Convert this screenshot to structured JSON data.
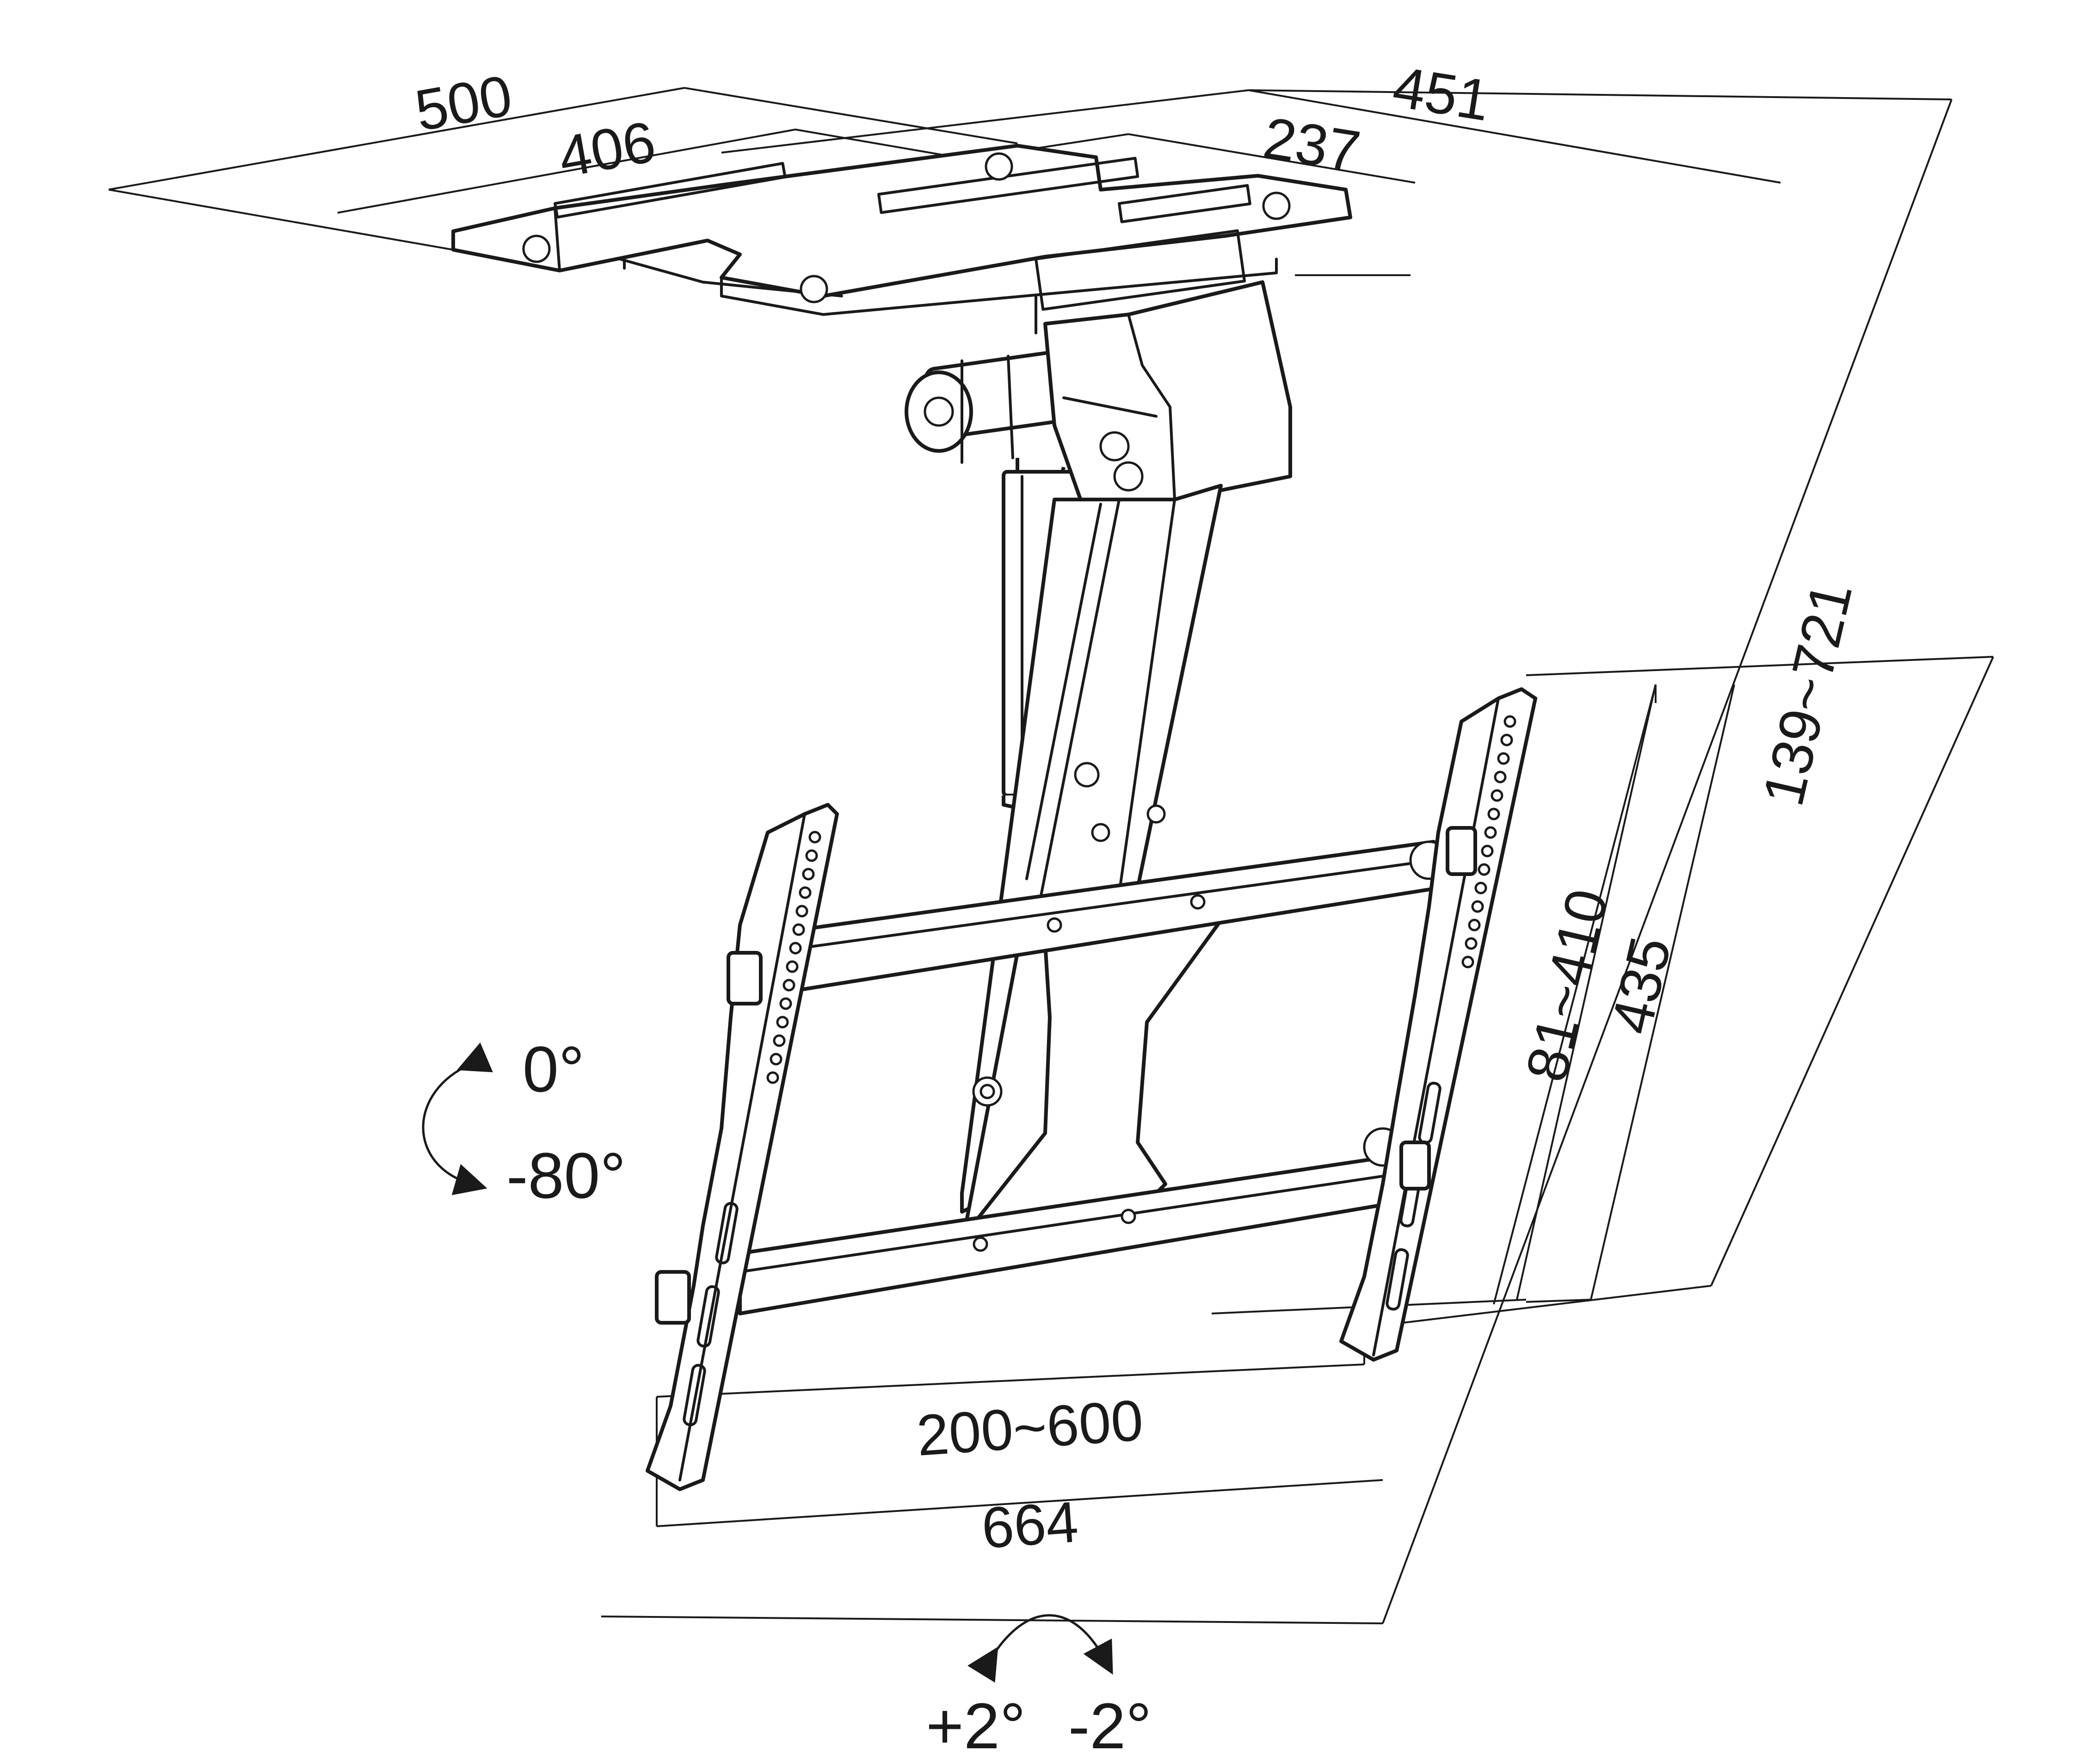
{
  "diagram": {
    "dimensions": {
      "ceiling_plate_width_outer": "500",
      "ceiling_plate_width_inner": "406",
      "ceiling_plate_depth_outer": "451",
      "ceiling_plate_depth_inner": "237",
      "height_range": "139~721",
      "vertical_hole_spacing_range": "81~410",
      "vertical_bracket_height": "435",
      "horizontal_hole_spacing_range": "200~600",
      "horizontal_bracket_width": "664"
    },
    "angles": {
      "tilt_up": "0°",
      "tilt_down": "-80°",
      "swivel_plus": "+2°",
      "swivel_minus": "-2°"
    },
    "colors": {
      "line": "#1a1a1a",
      "background": "#ffffff"
    }
  }
}
